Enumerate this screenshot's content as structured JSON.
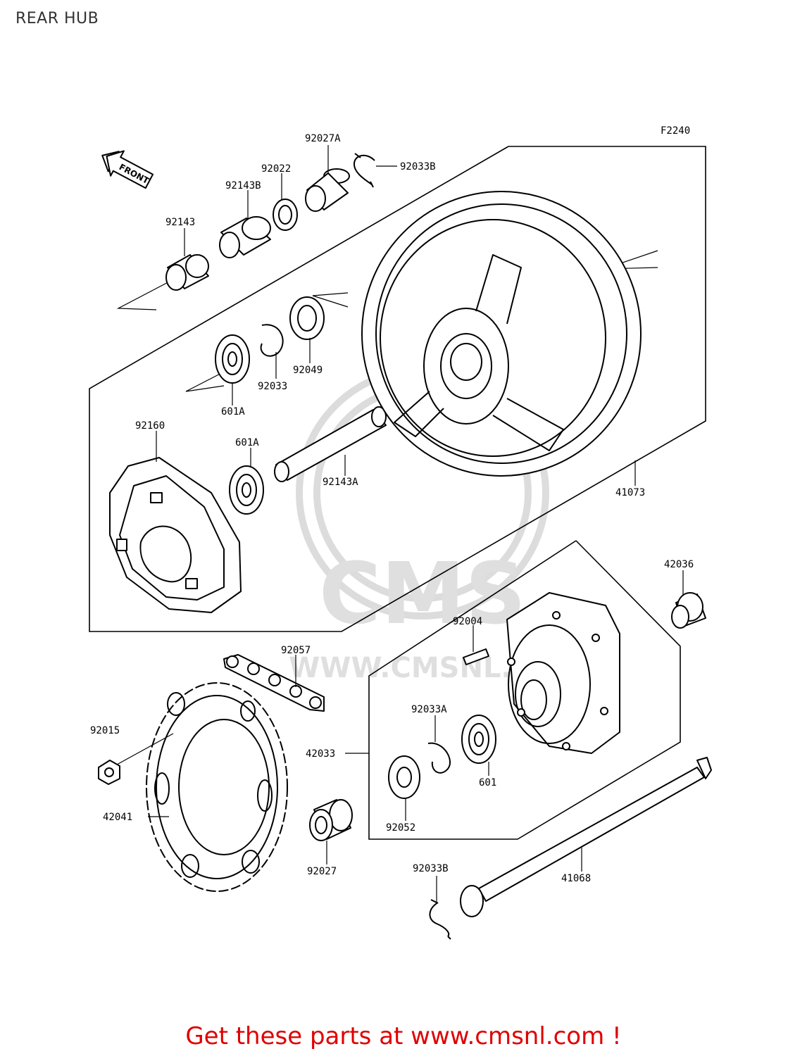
{
  "page_title": "REAR HUB",
  "figure_code": "F2240",
  "front_arrow_text": "FRONT",
  "footer_link": "Get these parts at www.cmsnl.com !",
  "watermark": {
    "brand": "CMS",
    "url": "WWW.CMSNL.COM"
  },
  "colors": {
    "footer_text": "#e00000",
    "line_art": "#000000",
    "watermark": "#dcdcdc"
  },
  "parts": [
    {
      "key": "p92027A",
      "number": "92027A"
    },
    {
      "key": "p92033B_top",
      "number": "92033B"
    },
    {
      "key": "p92022",
      "number": "92022"
    },
    {
      "key": "p92143B",
      "number": "92143B"
    },
    {
      "key": "p92143",
      "number": "92143"
    },
    {
      "key": "p92049",
      "number": "92049"
    },
    {
      "key": "p92033",
      "number": "92033"
    },
    {
      "key": "p601A_top",
      "number": "601A"
    },
    {
      "key": "p92160",
      "number": "92160"
    },
    {
      "key": "p601A_mid",
      "number": "601A"
    },
    {
      "key": "p92143A",
      "number": "92143A"
    },
    {
      "key": "p41073",
      "number": "41073"
    },
    {
      "key": "p42036",
      "number": "42036"
    },
    {
      "key": "p92004",
      "number": "92004"
    },
    {
      "key": "p92057",
      "number": "92057"
    },
    {
      "key": "p92015",
      "number": "92015"
    },
    {
      "key": "p92033A",
      "number": "92033A"
    },
    {
      "key": "p42033",
      "number": "42033"
    },
    {
      "key": "p601",
      "number": "601"
    },
    {
      "key": "p42041",
      "number": "42041"
    },
    {
      "key": "p92052",
      "number": "92052"
    },
    {
      "key": "p92027",
      "number": "92027"
    },
    {
      "key": "p92033B_bottom",
      "number": "92033B"
    },
    {
      "key": "p41068",
      "number": "41068"
    }
  ]
}
